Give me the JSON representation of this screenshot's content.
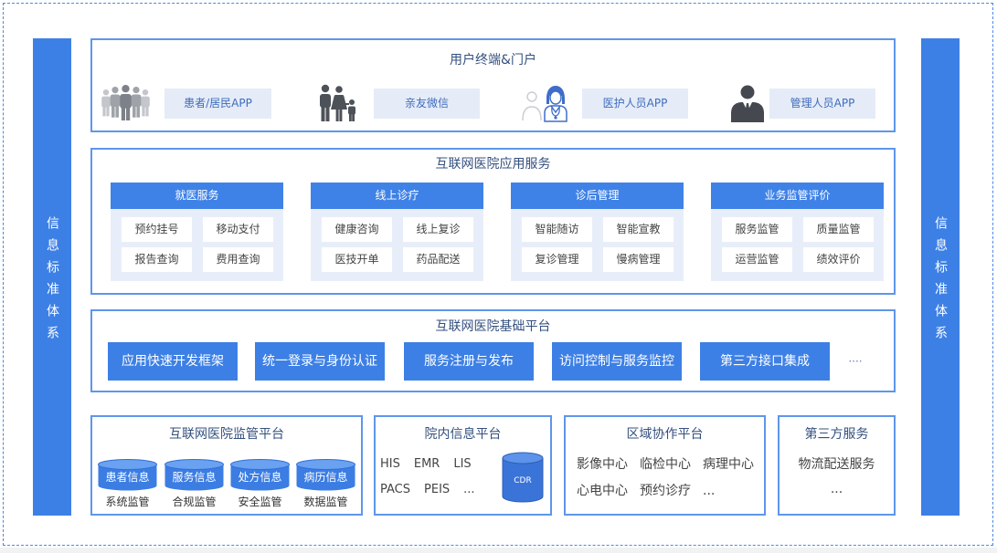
{
  "left_bar": {
    "label": "信息标准体系"
  },
  "right_bar": {
    "label": "信息标准体系"
  },
  "user_portal": {
    "title": "用户终端&门户",
    "items": [
      {
        "icon": "patients-group-icon",
        "label": "患者/居民APP"
      },
      {
        "icon": "family-icon",
        "label": "亲友微信"
      },
      {
        "icon": "doctor-icon",
        "label": "医护人员APP"
      },
      {
        "icon": "manager-icon",
        "label": "管理人员APP"
      }
    ]
  },
  "app_services": {
    "title": "互联网医院应用服务",
    "groups": [
      {
        "name": "就医服务",
        "items": [
          "预约挂号",
          "移动支付",
          "报告查询",
          "费用查询"
        ]
      },
      {
        "name": "线上诊疗",
        "items": [
          "健康咨询",
          "线上复诊",
          "医技开单",
          "药品配送"
        ]
      },
      {
        "name": "诊后管理",
        "items": [
          "智能随访",
          "智能宣教",
          "复诊管理",
          "慢病管理"
        ]
      },
      {
        "name": "业务监管评价",
        "items": [
          "服务监管",
          "质量监管",
          "运营监管",
          "绩效评价"
        ]
      }
    ]
  },
  "base_platform": {
    "title": "互联网医院基础平台",
    "modules": [
      "应用快速开发框架",
      "统一登录与身份认证",
      "服务注册与发布",
      "访问控制与服务监控",
      "第三方接口集成"
    ],
    "more": "····"
  },
  "supervision_platform": {
    "title": "互联网医院监管平台",
    "databases": [
      "患者信息",
      "服务信息",
      "处方信息",
      "病历信息"
    ],
    "labels": [
      "系统监管",
      "合规监管",
      "安全监管",
      "数据监管"
    ]
  },
  "hospital_info_platform": {
    "title": "院内信息平台",
    "row1": [
      "HIS",
      "EMR",
      "LIS"
    ],
    "row2": [
      "PACS",
      "PEIS",
      "..."
    ],
    "database": "CDR"
  },
  "regional_platform": {
    "title": "区域协作平台",
    "row1": [
      "影像中心",
      "临检中心",
      "病理中心"
    ],
    "row2": [
      "心电中心",
      "预约诊疗",
      "..."
    ]
  },
  "third_party": {
    "title": "第三方服务",
    "items": [
      "物流配送服务",
      "..."
    ]
  },
  "colors": {
    "primary": "#3d80e5",
    "border": "#5e96ea",
    "panel_bg": "#e8eef9",
    "label_bg": "#e5ecf8",
    "title_text": "#34507f"
  }
}
